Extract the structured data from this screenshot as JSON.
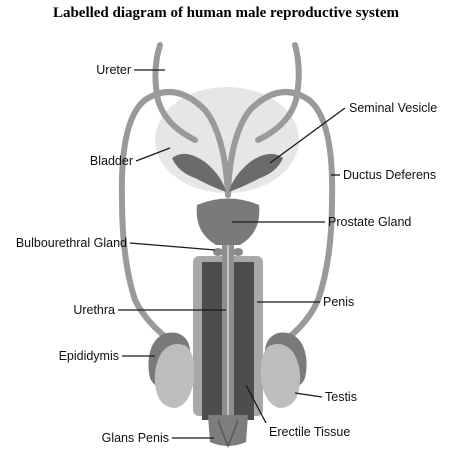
{
  "title": "Labelled diagram of human male reproductive system",
  "labels": {
    "ureter": "Ureter",
    "seminal_vesicle": "Seminal Vesicle",
    "bladder": "Bladder",
    "ductus_deferens": "Ductus Deferens",
    "prostate_gland": "Prostate Gland",
    "bulbourethral_gland": "Bulbourethral Gland",
    "urethra": "Urethra",
    "penis": "Penis",
    "epididymis": "Epididymis",
    "testis": "Testis",
    "glans_penis": "Glans Penis",
    "erectile_tissue": "Erectile Tissue"
  }
}
